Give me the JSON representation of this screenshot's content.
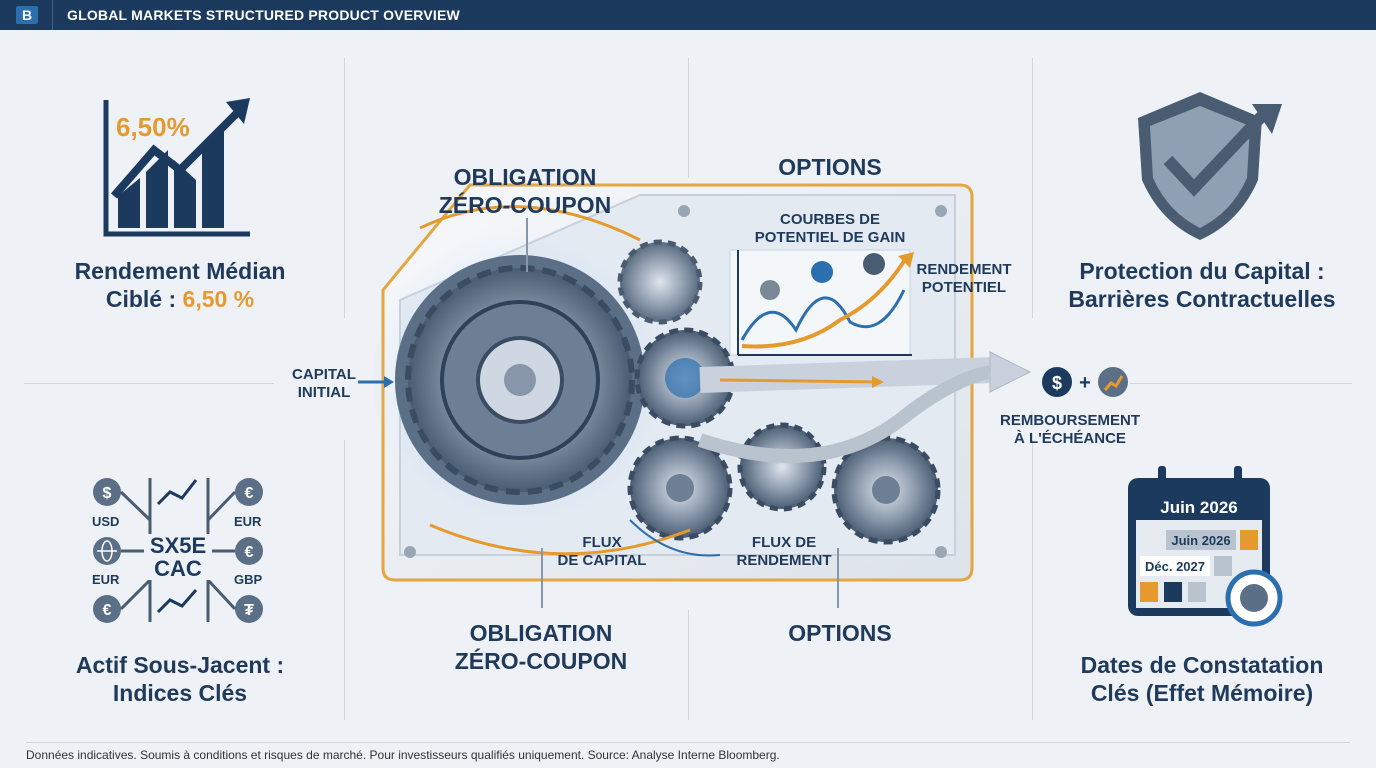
{
  "header": {
    "logo": "B",
    "title": "GLOBAL MARKETS STRUCTURED PRODUCT OVERVIEW"
  },
  "left_top": {
    "value": "6,50%",
    "line1": "Rendement Médian",
    "line2_prefix": "Ciblé : ",
    "line2_value": "6,50 %"
  },
  "left_bottom": {
    "center_top": "SX5E",
    "center_bottom": "CAC",
    "currencies": [
      "USD",
      "EUR",
      "EUR",
      "GBP"
    ],
    "line1": "Actif Sous-Jacent :",
    "line2": "Indices Clés"
  },
  "center": {
    "zc_top_1": "OBLIGATION",
    "zc_top_2": "ZÉRO-COUPON",
    "options_top": "OPTIONS",
    "curves_1": "COURBES DE",
    "curves_2": "POTENTIEL DE GAIN",
    "yield_1": "RENDEMENT",
    "yield_2": "POTENTIEL",
    "capital_1": "CAPITAL",
    "capital_2": "INITIAL",
    "flux_cap_1": "FLUX",
    "flux_cap_2": "DE CAPITAL",
    "flux_rend_1": "FLUX DE",
    "flux_rend_2": "RENDEMENT",
    "zc_bottom_1": "OBLIGATION",
    "zc_bottom_2": "ZÉRO-COUPON",
    "options_bottom": "OPTIONS",
    "repay_1": "REMBOURSEMENT",
    "repay_2": "À L'ÉCHÉANCE"
  },
  "right_top": {
    "line1": "Protection du Capital :",
    "line2": "Barrières Contractuelles"
  },
  "right_bottom": {
    "cal_header": "Juin 2026",
    "row1": "Juin 2026",
    "row2": "Déc. 2027",
    "line1": "Dates de Constatation",
    "line2": "Clés (Effet Mémoire)"
  },
  "footer": "Données indicatives. Soumis à conditions et risques de marché. Pour investisseurs qualifiés uniquement. Source: Analyse Interne Bloomberg.",
  "colors": {
    "navy": "#1b3a5e",
    "orange": "#e59a2e",
    "steel": "#5b6f86",
    "blue": "#2b6fae"
  }
}
